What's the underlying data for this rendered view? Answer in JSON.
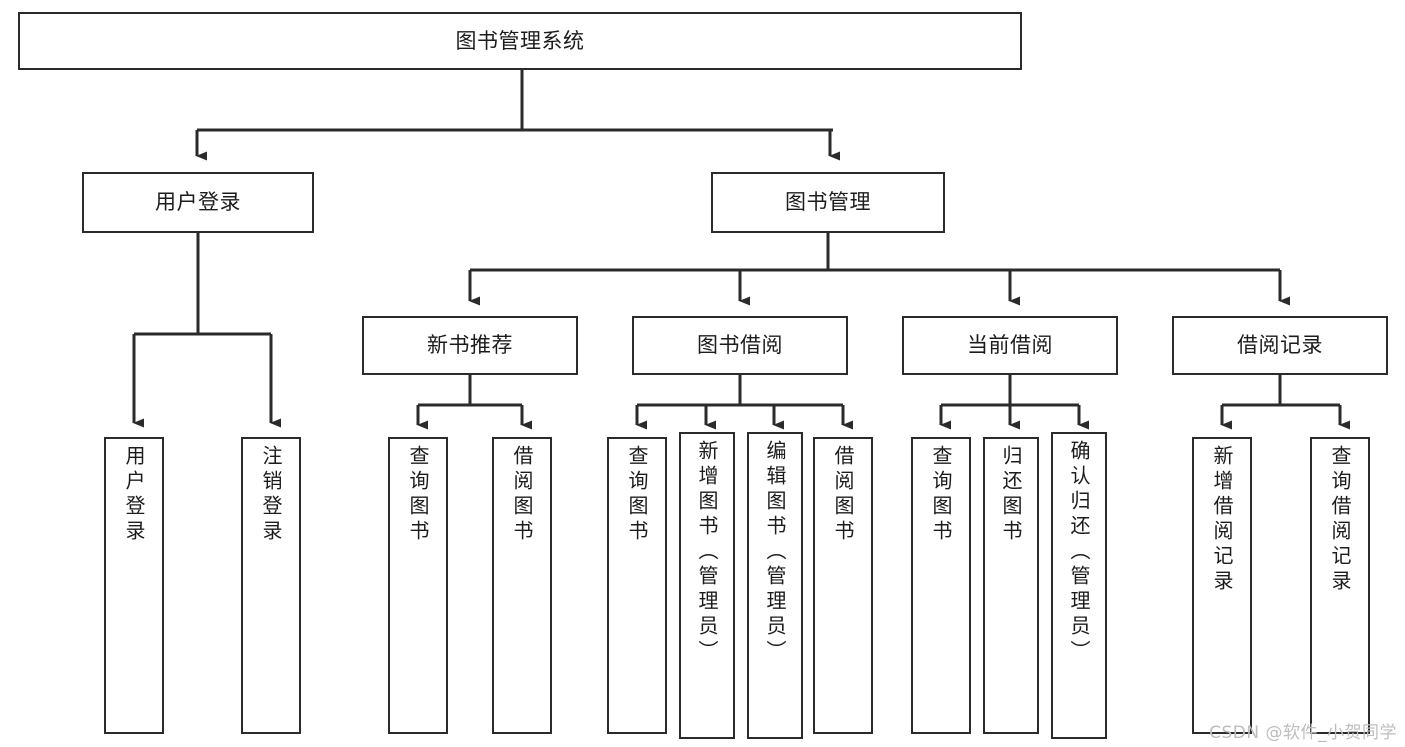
{
  "diagram": {
    "title": "图书管理系统",
    "type": "tree-hierarchy",
    "watermark": "CSDN @软件_小贺同学",
    "colors": {
      "stroke": "#2b2b2b",
      "fill": "#ffffff",
      "text": "#1c1c1c",
      "watermark": "#bdbdbd"
    },
    "nodes": {
      "root": {
        "label": "图书管理系统"
      },
      "level2": [
        {
          "label": "用户登录"
        },
        {
          "label": "图书管理"
        }
      ],
      "level3": [
        {
          "label": "新书推荐"
        },
        {
          "label": "图书借阅"
        },
        {
          "label": "当前借阅"
        },
        {
          "label": "借阅记录"
        }
      ],
      "leaves": {
        "user_login": [
          {
            "label": "用户登录"
          },
          {
            "label": "注销登录"
          }
        ],
        "new_book": [
          {
            "label": "查询图书"
          },
          {
            "label": "借阅图书"
          }
        ],
        "book_borrow": [
          {
            "label": "查询图书"
          },
          {
            "label": "新增图书（管理员）"
          },
          {
            "label": "编辑图书（管理员）"
          },
          {
            "label": "借阅图书"
          }
        ],
        "current_borrow": [
          {
            "label": "查询图书"
          },
          {
            "label": "归还图书"
          },
          {
            "label": "确认归还（管理员）"
          }
        ],
        "borrow_record": [
          {
            "label": "新增借阅记录"
          },
          {
            "label": "查询借阅记录"
          }
        ]
      }
    }
  }
}
